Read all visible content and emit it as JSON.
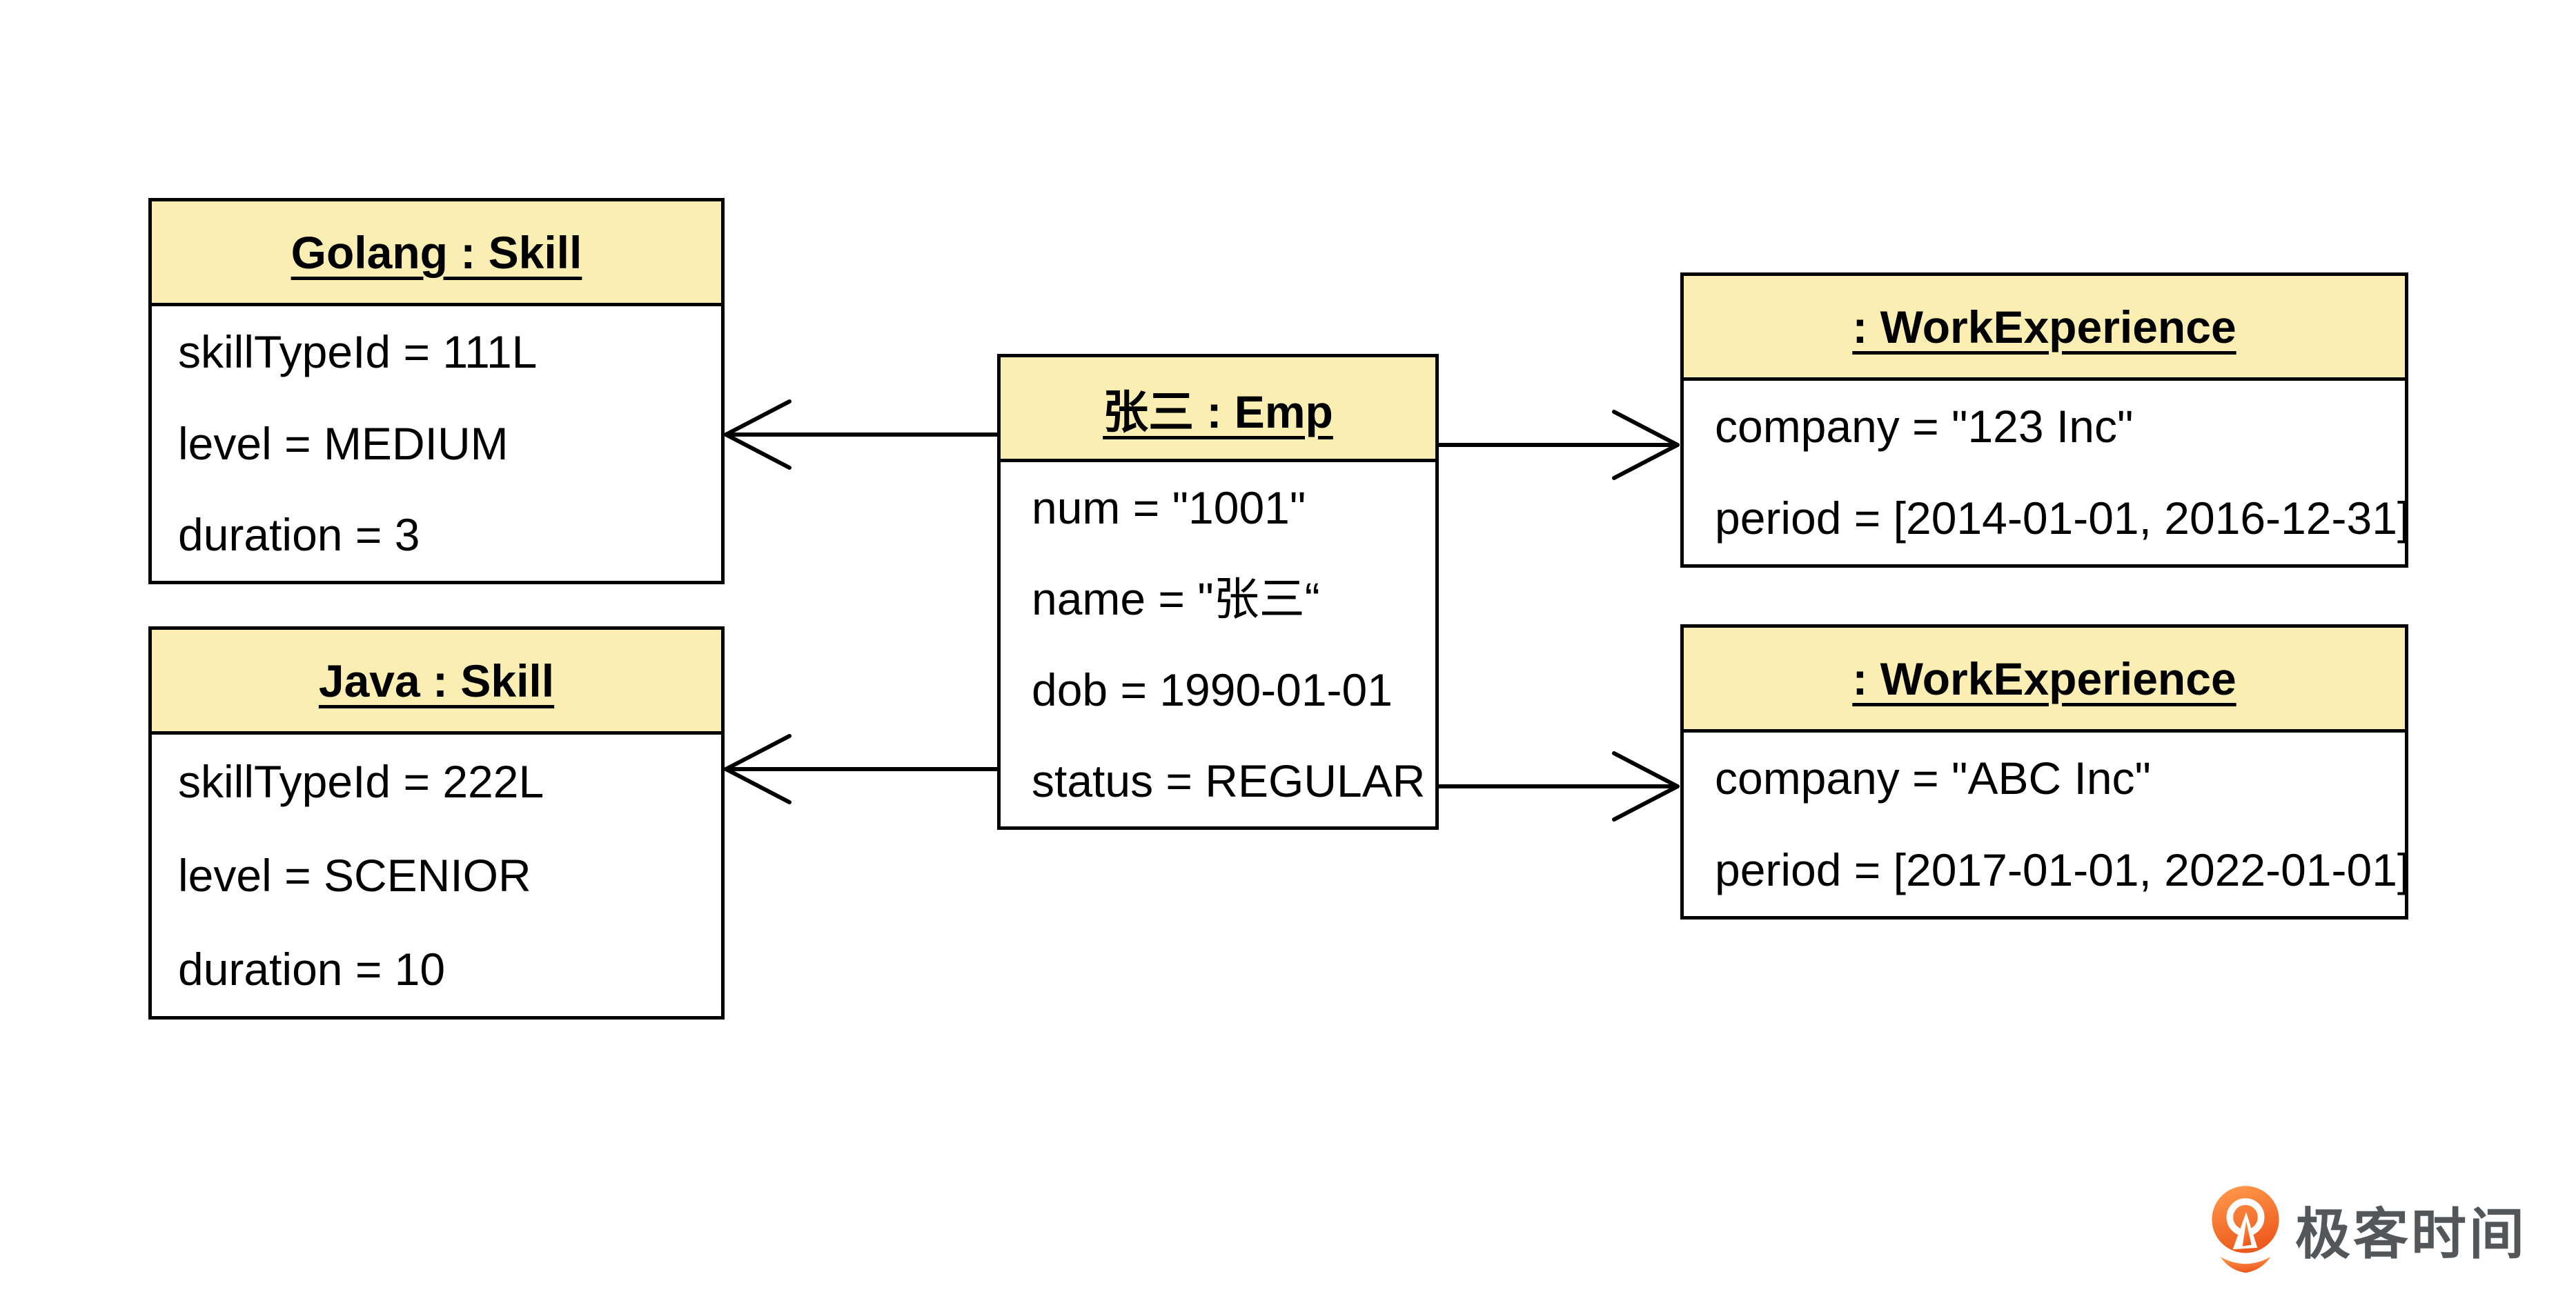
{
  "diagram": {
    "type": "uml-object-diagram",
    "background_color": "#FFFFFF",
    "box_border_color": "#000000",
    "header_fill_color": "#FAEEB2",
    "arrow_color": "#000000",
    "boxes": [
      {
        "id": "golang_skill",
        "title": "Golang : Skill",
        "attributes": [
          "skillTypeId = 111L",
          "level = MEDIUM",
          "duration = 3"
        ]
      },
      {
        "id": "java_skill",
        "title": "Java : Skill",
        "attributes": [
          "skillTypeId = 222L",
          "level = SCENIOR",
          "duration = 10"
        ]
      },
      {
        "id": "emp",
        "title": "张三 : Emp",
        "attributes": [
          "num = \"1001\"",
          "name = \"张三“",
          "dob = 1990-01-01",
          "status = REGULAR"
        ]
      },
      {
        "id": "work_experience_1",
        "title": ": WorkExperience",
        "attributes": [
          "company = \"123 Inc\"",
          "period = [2014-01-01, 2016-12-31]"
        ]
      },
      {
        "id": "work_experience_2",
        "title": ": WorkExperience",
        "attributes": [
          "company = \"ABC Inc\"",
          "period = [2017-01-01, 2022-01-01]"
        ]
      }
    ],
    "connections": [
      {
        "from": "emp",
        "to": "golang_skill",
        "style": "open-arrow"
      },
      {
        "from": "emp",
        "to": "java_skill",
        "style": "open-arrow"
      },
      {
        "from": "emp",
        "to": "work_experience_1",
        "style": "open-arrow"
      },
      {
        "from": "emp",
        "to": "work_experience_2",
        "style": "open-arrow"
      }
    ]
  },
  "logo": {
    "text": "极客时间",
    "icon": "geektime-icon",
    "icon_color": "#F26722",
    "icon_color_light": "#FF9D4E",
    "text_color": "#54575A"
  }
}
